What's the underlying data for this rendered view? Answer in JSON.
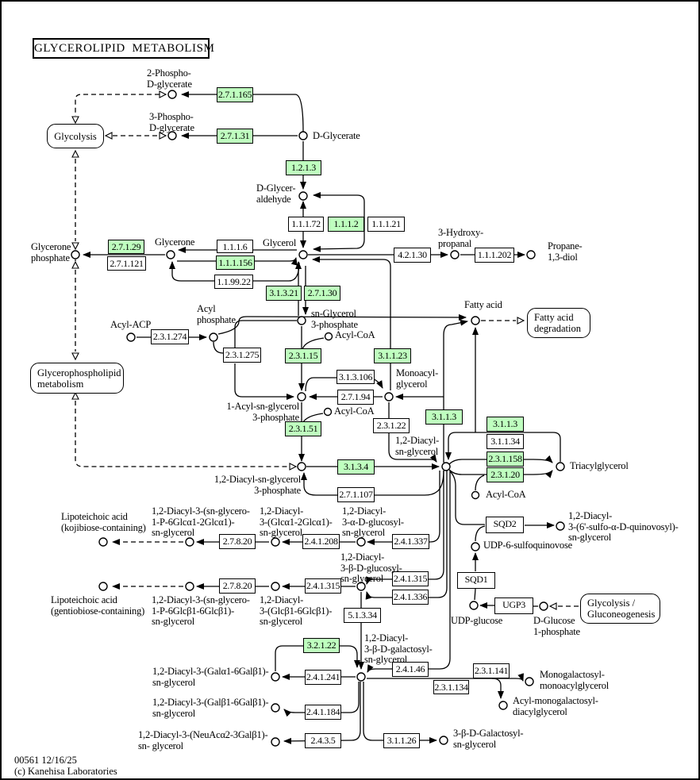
{
  "title": "GLYCEROLIPID  METABOLISM",
  "footer": {
    "map_id_date": "00561 12/16/25",
    "copyright": "(c) Kanehisa Laboratories"
  },
  "colors": {
    "enzyme_green": "#BFFFBF",
    "enzyme_white": "#FFFFFF",
    "line": "#000000",
    "background": "#FFFFFF"
  },
  "pathways": {
    "glycolysis": "Glycolysis",
    "glycerophospholipid": "Glycerophospholipid\nmetabolism",
    "fa_degradation": "Fatty acid\ndegradation",
    "glycolysis_gluconeo": "Glycolysis /\nGluconeogenesis"
  },
  "enzymes": {
    "ec_2_7_1_165": "2.7.1.165",
    "ec_2_7_1_31": "2.7.1.31",
    "ec_1_2_1_3": "1.2.1.3",
    "ec_1_1_1_72": "1.1.1.72",
    "ec_1_1_1_2": "1.1.1.2",
    "ec_1_1_1_21": "1.1.1.21",
    "ec_1_1_1_6": "1.1.1.6",
    "ec_1_1_1_156": "1.1.1.156",
    "ec_1_1_99_22": "1.1.99.22",
    "ec_2_7_1_29": "2.7.1.29",
    "ec_2_7_1_121": "2.7.1.121",
    "ec_4_2_1_30": "4.2.1.30",
    "ec_1_1_1_202": "1.1.1.202",
    "ec_3_1_3_21": "3.1.3.21",
    "ec_2_7_1_30": "2.7.1.30",
    "ec_2_3_1_274": "2.3.1.274",
    "ec_2_3_1_275": "2.3.1.275",
    "ec_2_3_1_15": "2.3.1.15",
    "ec_3_1_1_23": "3.1.1.23",
    "ec_3_1_3_106": "3.1.3.106",
    "ec_2_7_1_94": "2.7.1.94",
    "ec_2_3_1_51": "2.3.1.51",
    "ec_2_3_1_22": "2.3.1.22",
    "ec_3_1_1_3": "3.1.1.3",
    "ec_3_1_1_34": "3.1.1.34",
    "ec_2_3_1_158": "2.3.1.158",
    "ec_2_3_1_20": "2.3.1.20",
    "ec_3_1_3_4": "3.1.3.4",
    "ec_2_7_1_107": "2.7.1.107",
    "ec_2_7_8_20": "2.7.8.20",
    "ec_2_4_1_208": "2.4.1.208",
    "ec_2_4_1_337": "2.4.1.337",
    "ec_2_4_1_315": "2.4.1.315",
    "ec_2_4_1_336": "2.4.1.336",
    "ec_5_1_3_34": "5.1.3.34",
    "sqd2": "SQD2",
    "sqd1": "SQD1",
    "ugp3": "UGP3",
    "ec_3_2_1_22": "3.2.1.22",
    "ec_2_4_1_46": "2.4.1.46",
    "ec_2_4_1_241": "2.4.1.241",
    "ec_2_3_1_141": "2.3.1.141",
    "ec_2_3_1_134": "2.3.1.134",
    "ec_2_4_1_184": "2.4.1.184",
    "ec_2_4_3_5": "2.4.3.5",
    "ec_3_1_1_26": "3.1.1.26"
  },
  "compounds": {
    "p2g": "2-Phospho-\nD-glycerate",
    "p3g": "3-Phospho-\nD-glycerate",
    "d_glycerate": "D-Glycerate",
    "d_glyceraldehyde": "D-Glycer-\naldehyde",
    "glycerol": "Glycerol",
    "glycerone": "Glycerone",
    "glycerone_p": "Glycerone\nphosphate",
    "hydroxypropanal": "3-Hydroxy-\npropanal",
    "propanediol": "Propane-\n1,3-diol",
    "sn_g3p": "sn-Glycerol\n3-phosphate",
    "acyl_acp": "Acyl-ACP",
    "acyl_p": "Acyl\nphosphate",
    "acyl_coa": "Acyl-CoA",
    "fatty_acid": "Fatty acid",
    "mag": "Monoacyl-\nglycerol",
    "lyso_pa": "1-Acyl-sn-glycerol\n3-phosphate",
    "dag": "1,2-Diacyl-\nsn-glycerol",
    "dag3p": "1,2-Diacyl-sn-glycerol\n3-phosphate",
    "tag": "Triacylglycerol",
    "sqdg": "1,2-Diacyl-\n3-(6'-sulfo-α-D-quinovosyl)-\nsn-glycerol",
    "udp_sq": "UDP-6-sulfoquinovose",
    "udp_glc": "UDP-glucose",
    "glc1p": "D-Glucose\n1-phosphate",
    "lta_koji": "Lipoteichoic acid\n(kojibiose-containing)",
    "lta_gentio": "Lipoteichoic acid\n(gentiobiose-containing)",
    "gp_glc2_dag_a": "1,2-Diacyl-3-(sn-glycero-\n1-P-6Glcα1-2Glcα1)-\nsn-glycerol",
    "glc2_dag_a": "1,2-Diacyl-\n3-(Glcα1-2Glcα1)-\nsn-glycerol",
    "glucosyl_dag_a": "1,2-Diacyl-\n3-α-D-glucosyl-\nsn-glycerol",
    "gp_glc2_dag_b": "1,2-Diacyl-3-(sn-glycero-\n1-P-6Glcβ1-6Glcβ1)-\nsn-glycerol",
    "glc2_dag_b": "1,2-Diacyl-\n3-(Glcβ1-6Glcβ1)-\nsn-glycerol",
    "glucosyl_dag_b": "1,2-Diacyl-\n3-β-D-glucosyl-\nsn-glycerol",
    "galactosyl_dag": "1,2-Diacyl-\n3-β-D-galactosyl-\nsn-glycerol",
    "gal_gal_dag_a": "1,2-Diacyl-3-(Galα1-6Galβ1)-\nsn-glycerol",
    "gal_gal_dag_b": "1,2-Diacyl-3-(Galβ1-6Galβ1)-\nsn-glycerol",
    "neuac_dag": "1,2-Diacyl-3-(NeuAcα2-3Galβ1)-\nsn- glycerol",
    "mgmg": "Monogalactosyl-\nmonoacylglycerol",
    "acyl_mgdg": "Acyl-monogalactosyl-\ndiacylglycerol",
    "gal_glycerol": "3-β-D-Galactosyl-\nsn-glycerol"
  }
}
